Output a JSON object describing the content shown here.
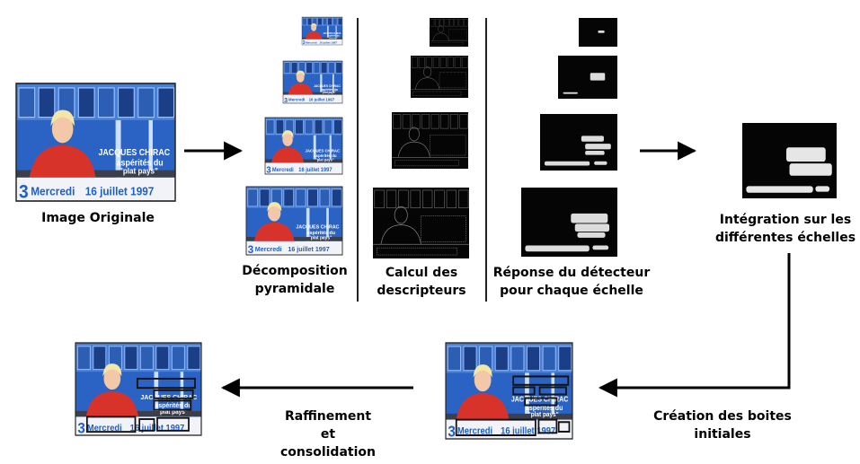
{
  "labels": {
    "original": "Image Originale",
    "pyramid": [
      "Décomposition",
      "pyramidale"
    ],
    "descriptors": [
      "Calcul des",
      "descripteurs"
    ],
    "detector": [
      "Réponse du détecteur",
      "pour chaque échelle"
    ],
    "integration": [
      "Intégration sur les",
      "différentes échelles"
    ],
    "boxes": [
      "Création des boites",
      "initiales"
    ],
    "refinement": [
      "Raffinement",
      "et",
      "consolidation"
    ]
  },
  "broadcast": {
    "headline": "JACQUES CHIRAC",
    "caption_line1": "aspérités du",
    "caption_line2": "\"plat pays\"",
    "channel": "3",
    "date_prefix": "Mercredi",
    "date_rest": "16 juillet 1997"
  },
  "colors": {
    "arrow": "#000000",
    "frame_border": "#222222",
    "divider": "#222222",
    "studio_blue": "#2a6fd1",
    "jacket_red": "#d8332b",
    "banner_white": "#f1f3f8",
    "date_blue": "#1f5fc4"
  }
}
